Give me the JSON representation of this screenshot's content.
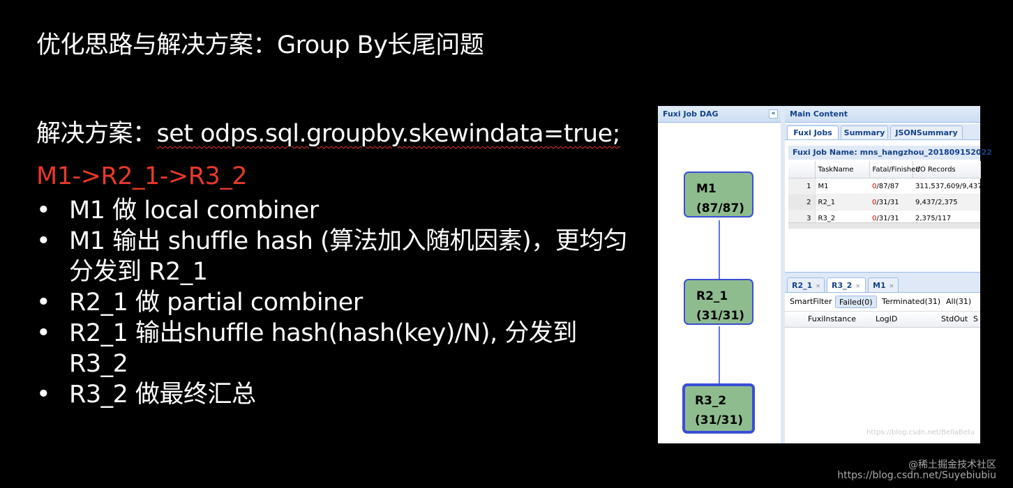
{
  "slide": {
    "title": "优化思路与解决方案：Group By长尾问题",
    "solution_prefix": "解决方案：",
    "solution_code": "set odps.sql.groupby.skewindata=true;",
    "pipeline": "M1->R2_1->R3_2",
    "bullet_marker": "•",
    "bullets": [
      "M1 做 local combiner",
      "M1 输出 shuffle hash (算法加入随机因素)，更均匀分发到 R2_1",
      "R2_1 做 partial combiner",
      "R2_1 输出shuffle hash(hash(key)/N), 分发到 R3_2",
      "R3_2 做最终汇总"
    ]
  },
  "screenshot": {
    "dag_panel_title": "Fuxi Job DAG",
    "collapse_glyph": "«",
    "nodes": [
      {
        "name": "M1",
        "progress": "(87/87)"
      },
      {
        "name": "R2_1",
        "progress": "(31/31)"
      },
      {
        "name": "R3_2",
        "progress": "(31/31)"
      }
    ],
    "main_title": "Main Content",
    "tabs": [
      "Fuxi Jobs",
      "Summary",
      "JSONSummary"
    ],
    "job_name": "Fuxi Job Name: mns_hangzhou_201809152022",
    "columns": [
      "TaskName",
      "Fatal/Finished",
      "I/O Records"
    ],
    "rows": [
      {
        "num": "1",
        "task": "M1",
        "fatal": "0",
        "finished": "/87/87",
        "io": "311,537,609/9,437"
      },
      {
        "num": "2",
        "task": "R2_1",
        "fatal": "0",
        "finished": "/31/31",
        "io": "9,437/2,375"
      },
      {
        "num": "3",
        "task": "R3_2",
        "fatal": "0",
        "finished": "/31/31",
        "io": "2,375/117"
      }
    ],
    "sub_tabs": [
      "R2_1",
      "R3_2",
      "M1"
    ],
    "close_glyph": "✕",
    "filters": [
      "SmartFilter",
      "Failed(0)",
      "Terminated(31)",
      "All(31)"
    ],
    "lower_columns": [
      "FuxiInstance",
      "LogID",
      "StdOut",
      "S"
    ],
    "inner_watermark": "https://blog.csdn.net/BellaBetu"
  },
  "footer": {
    "watermark1": "@稀土掘金技术社区",
    "watermark2": "https://blog.csdn.net/Suyebiubiu"
  }
}
